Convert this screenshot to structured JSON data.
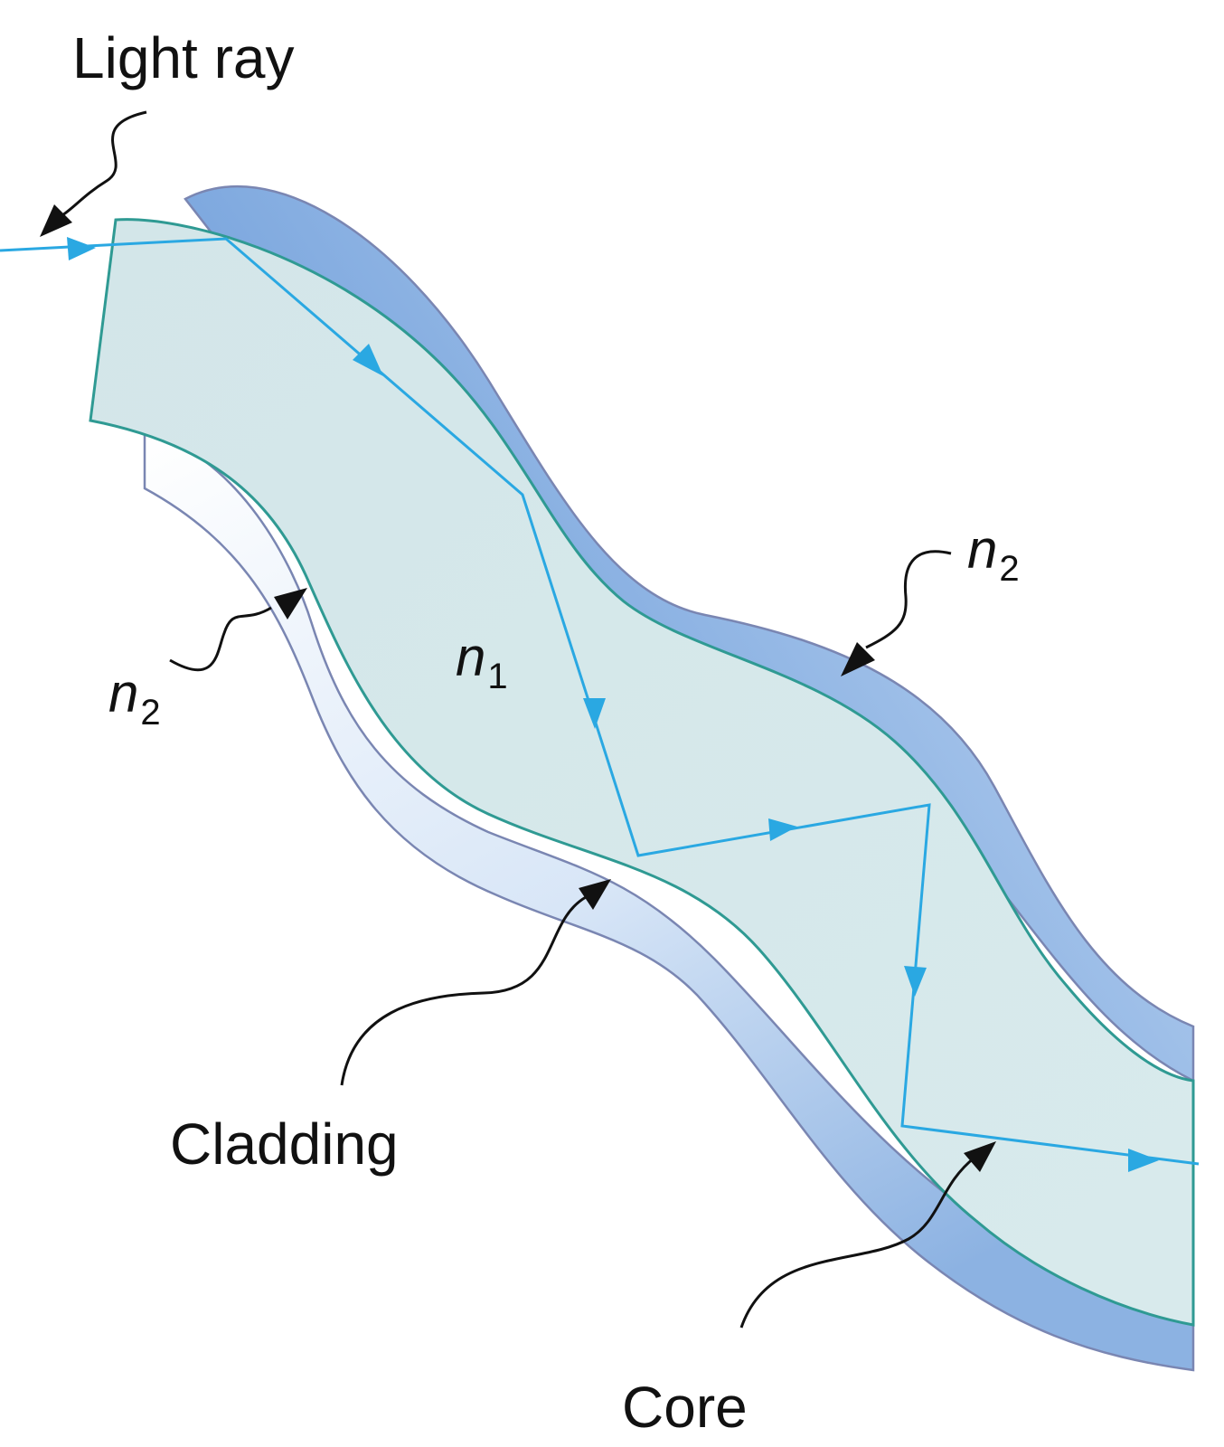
{
  "labels": {
    "light_ray": "Light ray",
    "cladding": "Cladding",
    "core": "Core",
    "n1": {
      "base": "n",
      "sub": "1"
    },
    "n2_left": {
      "base": "n",
      "sub": "2"
    },
    "n2_right": {
      "base": "n",
      "sub": "2"
    }
  },
  "colors": {
    "core_fill": "#d5e8ea",
    "core_outline": "#2f9a93",
    "cladding_light": "#ffffff",
    "cladding_blue": "#8fb6e3",
    "cladding_outline": "#7a86b2",
    "ray": "#2aa8e2",
    "pointer": "#111111"
  }
}
